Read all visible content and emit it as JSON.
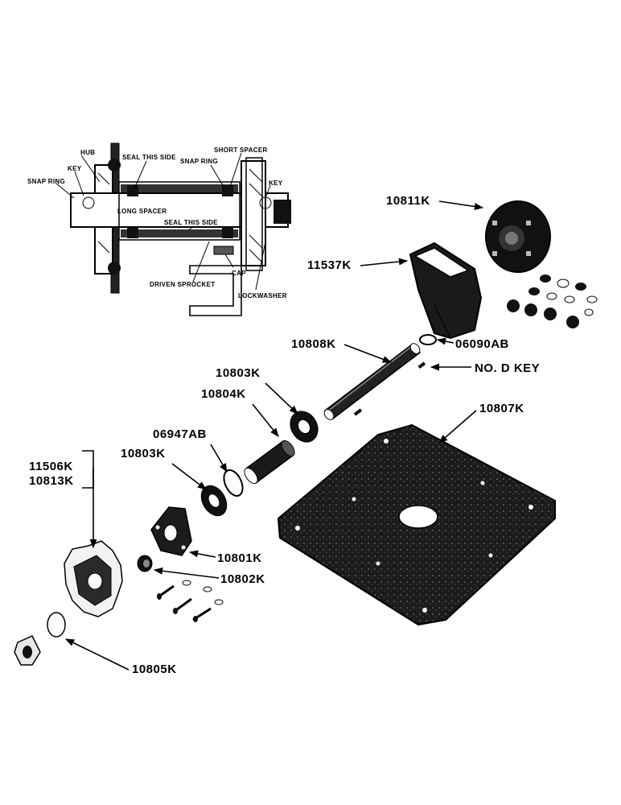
{
  "inset_labels": {
    "hub": "HUB",
    "key_left": "KEY",
    "snap_ring_left": "SNAP RING",
    "seal_this_side_top": "SEAL THIS SIDE",
    "snap_ring_right": "SNAP RING",
    "short_spacer": "SHORT SPACER",
    "key_right": "KEY",
    "long_spacer": "LONG SPACER",
    "seal_this_side_bottom": "SEAL THIS SIDE",
    "cap": "CAP",
    "driven_sprocket": "DRIVEN SPROCKET",
    "lockwasher": "LOCKWASHER"
  },
  "part_labels": {
    "p10811K": "10811K",
    "p11537K": "11537K",
    "p06090AB": "06090AB",
    "p10808K": "10808K",
    "pNoDKey": "NO. D KEY",
    "p10803K_top": "10803K",
    "p10804K": "10804K",
    "p10807K": "10807K",
    "p06947AB": "06947AB",
    "p10803K_bottom": "10803K",
    "p11506K": "11506K",
    "p10813K": "10813K",
    "p10801K": "10801K",
    "p10802K": "10802K",
    "p10805K": "10805K"
  }
}
